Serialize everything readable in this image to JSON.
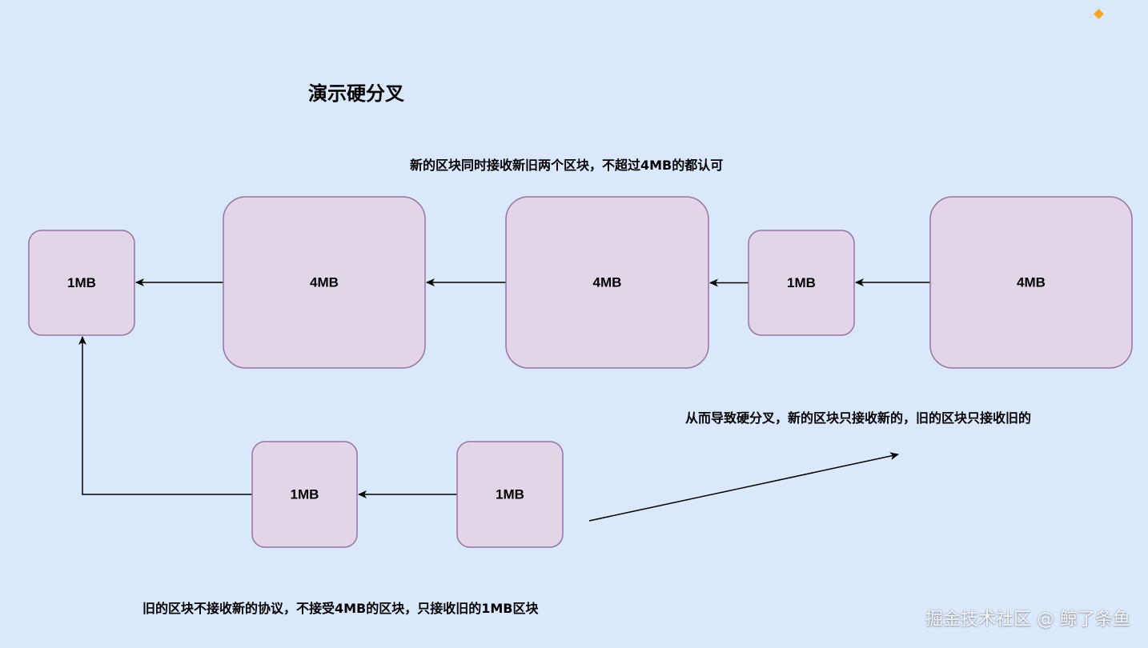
{
  "title": "演示硬分叉",
  "notes": {
    "top": "新的区块同时接收新旧两个区块，不超过4MB的都认可",
    "right": "从而导致硬分叉，新的区块只接收新的，旧的区块只接收旧的",
    "bottom": "旧的区块不接收新的协议，不接受4MB的区块，只接收旧的1MB区块"
  },
  "blocks": [
    {
      "id": "b1",
      "label": "1MB"
    },
    {
      "id": "b2",
      "label": "4MB"
    },
    {
      "id": "b3",
      "label": "4MB"
    },
    {
      "id": "b4",
      "label": "1MB"
    },
    {
      "id": "b5",
      "label": "4MB"
    },
    {
      "id": "b6",
      "label": "1MB"
    },
    {
      "id": "b7",
      "label": "1MB"
    }
  ],
  "links": [
    {
      "from": "b2",
      "to": "b1"
    },
    {
      "from": "b3",
      "to": "b2"
    },
    {
      "from": "b4",
      "to": "b3"
    },
    {
      "from": "b5",
      "to": "b4"
    },
    {
      "from": "b7",
      "to": "b6"
    },
    {
      "from": "b6",
      "to": "b1"
    }
  ],
  "watermark": "掘金技术社区 @ 鲸了条鱼",
  "colors": {
    "background": "#dae8fc",
    "block_fill": "#e1d5e7",
    "block_stroke": "#9673a6",
    "arrow": "#000000",
    "corner_marker": "#f5a623"
  }
}
